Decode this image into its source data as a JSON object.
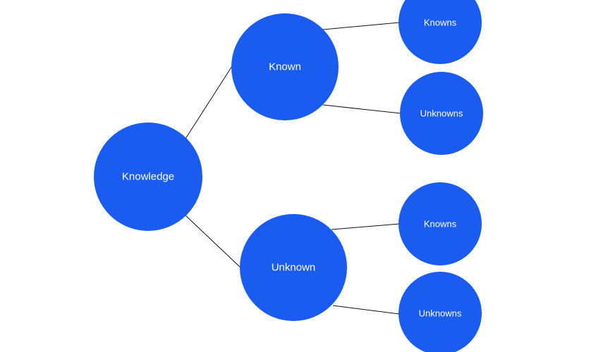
{
  "colors": {
    "node_fill": "#1a5cf0",
    "edge_stroke": "#111111",
    "background": "#ffffff"
  },
  "nodes": {
    "root": {
      "label": "Knowledge"
    },
    "known": {
      "label": "Known"
    },
    "unknown": {
      "label": "Unknown"
    },
    "known_knowns": {
      "label": "Knowns"
    },
    "known_unknowns": {
      "label": "Unknowns"
    },
    "unknown_knowns": {
      "label": "Knowns"
    },
    "unknown_unknowns": {
      "label": "Unknowns"
    }
  },
  "edges": [
    {
      "from": "root",
      "to": "known"
    },
    {
      "from": "root",
      "to": "unknown"
    },
    {
      "from": "known",
      "to": "known_knowns"
    },
    {
      "from": "known",
      "to": "known_unknowns"
    },
    {
      "from": "unknown",
      "to": "unknown_knowns"
    },
    {
      "from": "unknown",
      "to": "unknown_unknowns"
    }
  ]
}
